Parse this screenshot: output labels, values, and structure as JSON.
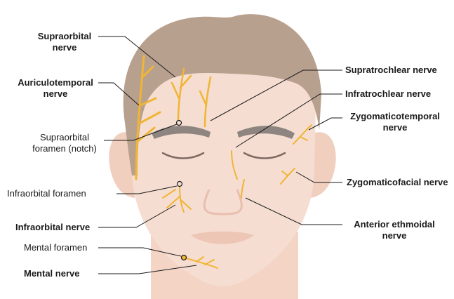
{
  "labels": {
    "supraorbital_nerve": "Supraorbital nerve",
    "auriculotemporal_nerve": "Auriculotemporal nerve",
    "supraorbital_foramen": "Supraorbital foramen (notch)",
    "infraorbital_foramen": "Infraorbital foramen",
    "infraorbital_nerve": "Infraorbital nerve",
    "mental_foramen": "Mental foramen",
    "mental_nerve": "Mental nerve",
    "supratrochlear_nerve": "Supratrochlear nerve",
    "infratrochlear_nerve": "Infratrochlear nerve",
    "zygomaticotemporal_nerve": "Zygomaticotemporal nerve",
    "zygomaticofacial_nerve": "Zygomaticofacial nerve",
    "anterior_ethmoidal_nerve": "Anterior ethmoidal nerve"
  },
  "colors": {
    "skin": "#f6ddd1",
    "skin_shadow": "#efcbbb",
    "hair": "#b8a08e",
    "eyebrow": "#8f8580",
    "nerve": "#f0b534",
    "leader_line": "#1a1a1a"
  }
}
